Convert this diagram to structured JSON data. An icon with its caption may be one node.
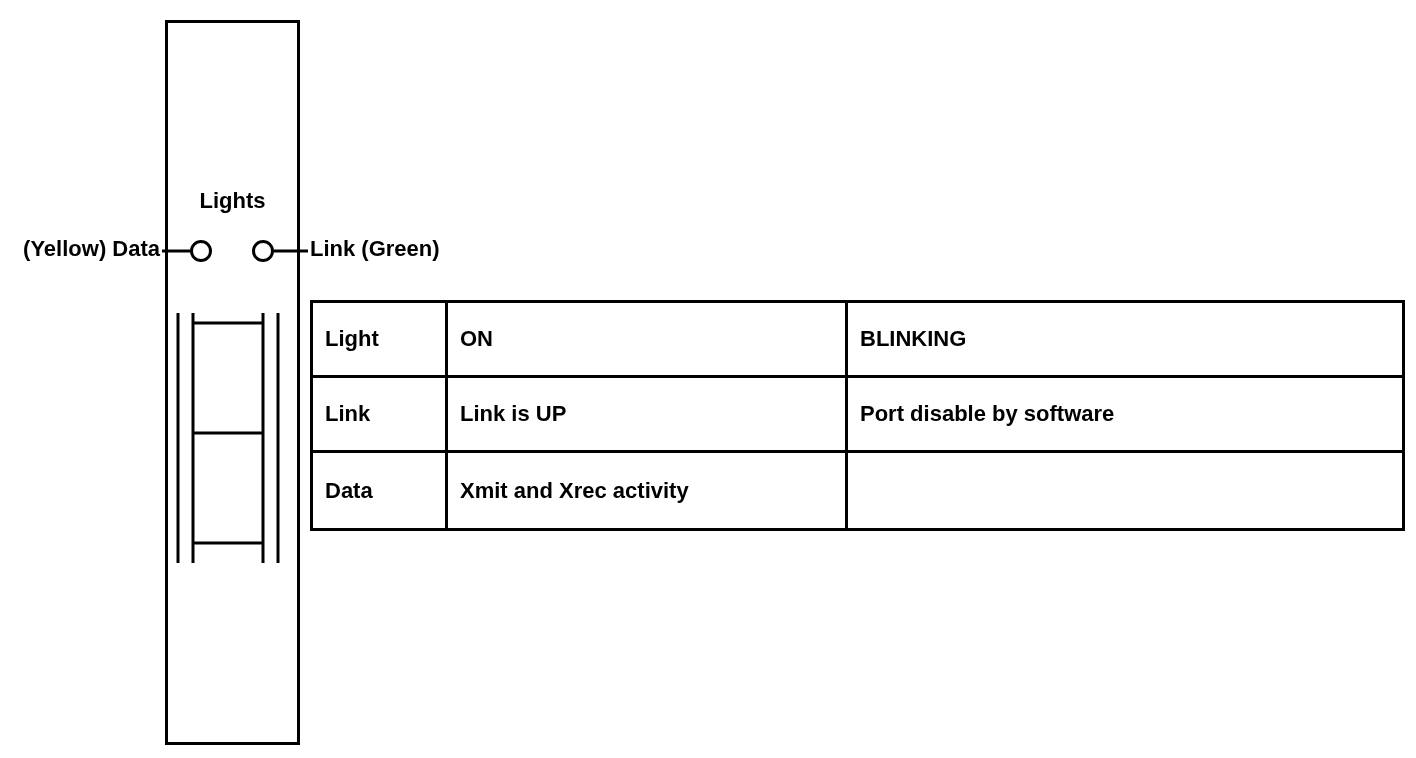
{
  "diagram": {
    "nodes": [
      {
        "text": [
          "Lights"
        ]
      },
      {
        "text": [
          "(Yellow) Data"
        ]
      },
      {
        "text": [],
        "shape": "circle",
        "in": 0
      },
      {
        "text": [],
        "shape": "circle",
        "in": 0
      },
      {
        "text": [
          "Link (Green)"
        ]
      }
    ],
    "edges": [
      {
        "from": 1,
        "to": 2,
        "arrow": "none"
      },
      {
        "from": 4,
        "to": 3,
        "arrow": "none"
      }
    ],
    "labels": [
      "Light",
      "ON",
      "BLINKING",
      "Link",
      "Link is UP",
      "Port disable by software",
      "Data",
      "Xmit and Xrec activity"
    ]
  }
}
